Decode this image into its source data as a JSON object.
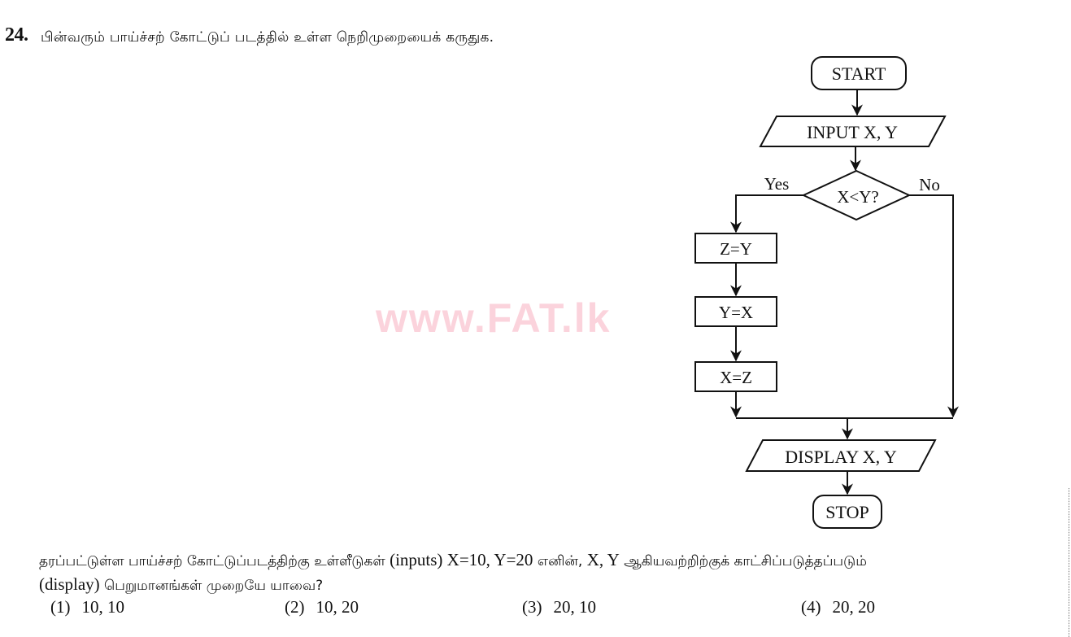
{
  "question": {
    "number": "24.",
    "prompt": "பின்வரும் பாய்ச்சற் கோட்டுப் படத்தில் உள்ள நெறிமுறையைக் கருதுக."
  },
  "watermark": "www.FAT.lk",
  "flowchart": {
    "start": "START",
    "input": "INPUT X, Y",
    "decision": "X<Y?",
    "yes_label": "Yes",
    "no_label": "No",
    "step1": "Z=Y",
    "step2": "Y=X",
    "step3": "X=Z",
    "display": "DISPLAY X, Y",
    "stop": "STOP"
  },
  "sub_question": {
    "line1_tamil_a": "தரப்பட்டுள்ள பாய்ச்சற் கோட்டுப்படத்திற்கு உள்ளீடுகள் ",
    "line1_latin": "(inputs) X=10, Y=20",
    "line1_tamil_b": " எனின், ",
    "line1_latin_b": "X, Y",
    "line1_tamil_c": " ஆகியவற்றிற்குக் காட்சிப்படுத்தப்படும்",
    "line2_latin": "(display)",
    "line2_tamil": " பெறுமானங்கள் முறையே யாவை?"
  },
  "options": [
    {
      "num": "(1)",
      "value": "10, 10"
    },
    {
      "num": "(2)",
      "value": "10, 20"
    },
    {
      "num": "(3)",
      "value": "20, 10"
    },
    {
      "num": "(4)",
      "value": "20, 20"
    }
  ]
}
